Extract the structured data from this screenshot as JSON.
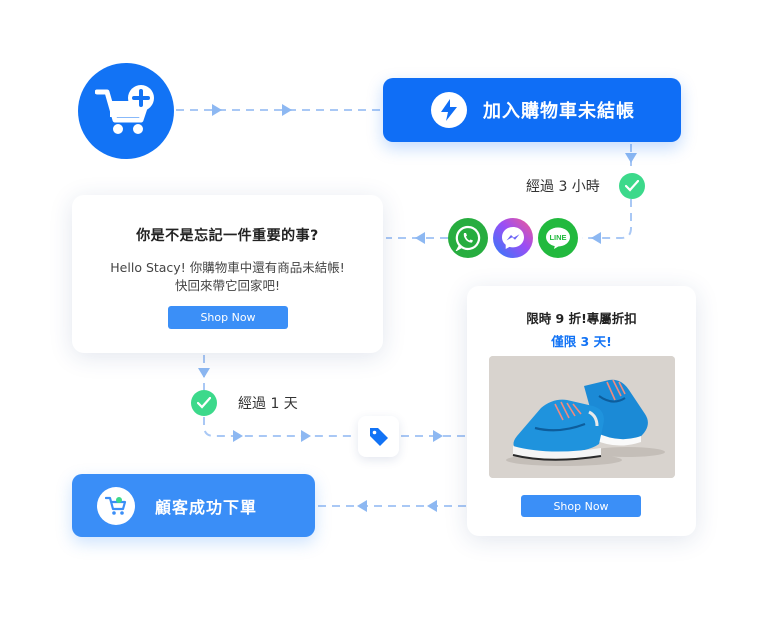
{
  "steps": {
    "add_to_cart": {
      "label": "加入購物車未結帳",
      "icon": "lightning-icon"
    },
    "wait_3h": {
      "label": "經過 3 小時"
    },
    "wait_1d": {
      "label": "經過 1 天"
    },
    "completed": {
      "label": "顧客成功下單",
      "icon": "cart-icon"
    }
  },
  "channels": [
    "whatsapp-icon",
    "messenger-icon",
    "line-icon"
  ],
  "line_text": "LINE",
  "reminder_card": {
    "title": "你是不是忘記一件重要的事?",
    "line1": "Hello Stacy! 你購物車中還有商品未結帳!",
    "line2": "快回來帶它回家吧!",
    "button": "Shop Now"
  },
  "discount_card": {
    "title": "限時 9 折!專屬折扣",
    "subtitle": "僅限 3 天!",
    "button": "Shop Now",
    "image": "sneakers-photo"
  },
  "colors": {
    "primary": "#0f6ef6",
    "light_primary": "#3a8ef7",
    "check": "#3cd98b",
    "dash": "#a9c8f5"
  }
}
